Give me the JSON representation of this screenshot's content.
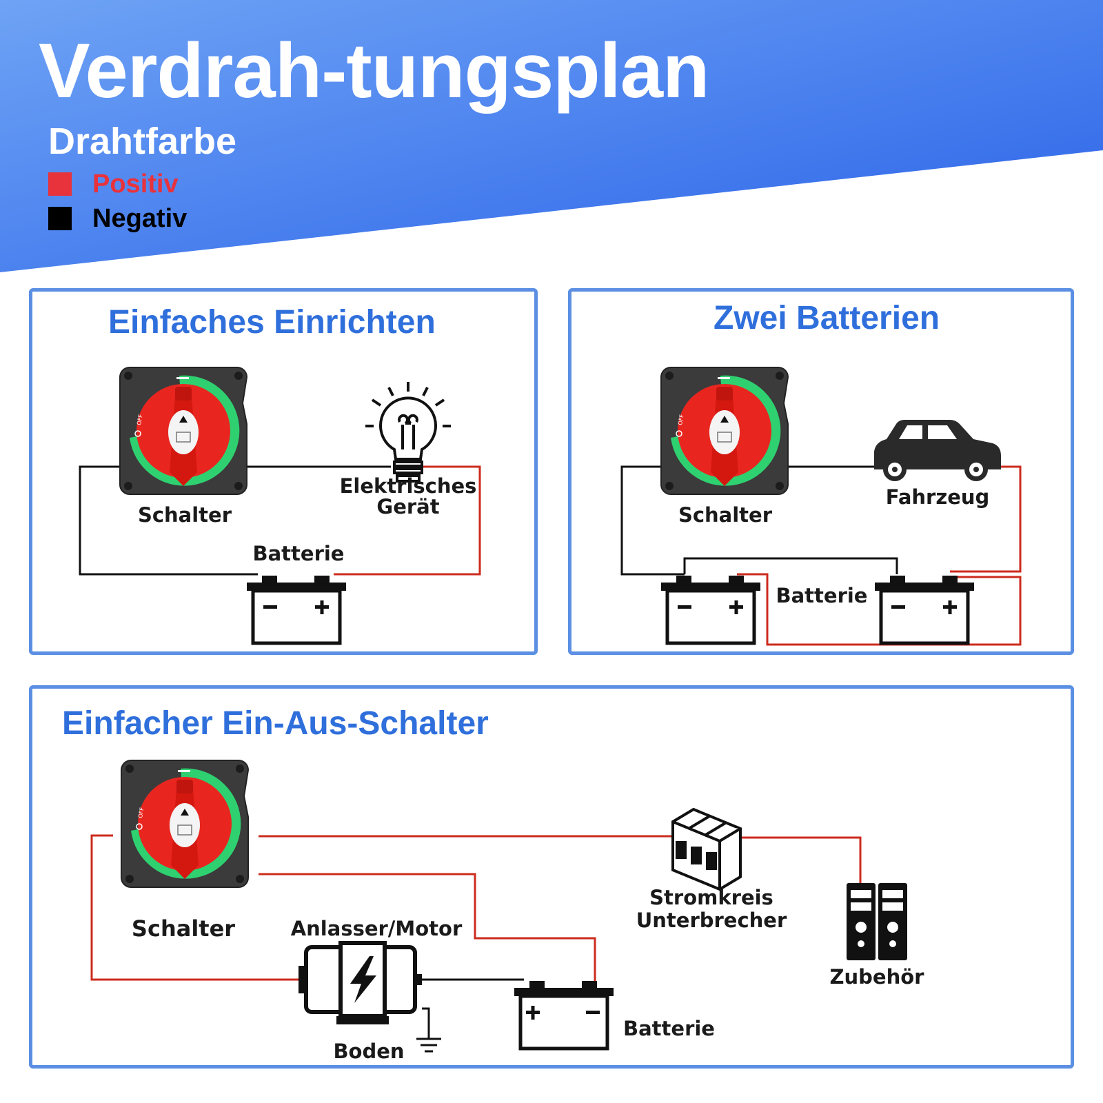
{
  "header": {
    "title": "Verdrah-tungsplan",
    "legend_title": "Drahtfarbe",
    "legend": [
      {
        "label": "Positiv",
        "color": "#e8323c"
      },
      {
        "label": "Negativ",
        "color": "#000000"
      }
    ]
  },
  "colors": {
    "header_blue_light": "#6ea3f5",
    "header_blue_dark": "#2a62e8",
    "panel_border": "#5b8fe3",
    "title_blue": "#2f6fdc",
    "wire_positive": "#cc2b1d",
    "wire_negative": "#000000"
  },
  "panels": {
    "simple": {
      "title": "Einfaches Einrichten",
      "switch_label": "Schalter",
      "device_label_1": "Elektrisches",
      "device_label_2": "Gerät",
      "battery_label": "Batterie"
    },
    "two_batteries": {
      "title": "Zwei Batterien",
      "switch_label": "Schalter",
      "vehicle_label": "Fahrzeug",
      "battery_label": "Batterie"
    },
    "on_off": {
      "title": "Einfacher Ein-Aus-Schalter",
      "switch_label": "Schalter",
      "motor_label": "Anlasser/Motor",
      "ground_label": "Boden",
      "battery_label": "Batterie",
      "breaker_label_1": "Stromkreis",
      "breaker_label_2": "Unterbrecher",
      "accessory_label": "Zubehör"
    }
  },
  "icons": [
    "battery-switch-icon",
    "light-bulb-icon",
    "car-icon",
    "battery-icon",
    "starter-motor-icon",
    "ground-icon",
    "circuit-breaker-icon",
    "accessory-panel-icon"
  ]
}
